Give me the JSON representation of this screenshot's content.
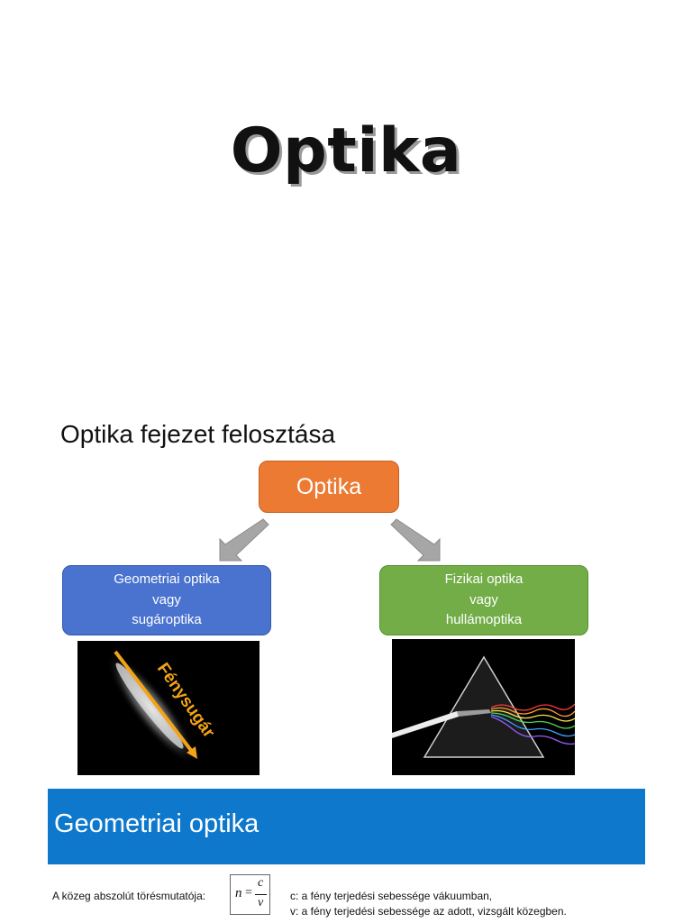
{
  "title": "Optika",
  "section_heading": "Optika fejezet felosztása",
  "diagram": {
    "root": "Optika",
    "left_box": [
      "Geometriai optika",
      "vagy",
      "sugároptika"
    ],
    "right_box": [
      "Fizikai optika",
      "vagy",
      "hullámoptika"
    ],
    "left_photo_label": "Fénysugár"
  },
  "banner": {
    "title": "Geometriai optika"
  },
  "formula": {
    "label": "A közeg abszolút törésmutatója:",
    "lhs": "n",
    "equals": "=",
    "numerator": "c",
    "denominator": "v",
    "c_desc": "c: a fény terjedési sebessége vákuumban,",
    "v_desc": "v: a fény terjedési sebessége az adott, vizsgált közegben."
  },
  "colors": {
    "root_box": "#ec7a33",
    "left_box": "#4a73cf",
    "right_box": "#72ad47",
    "arrow": "#a6a6a6",
    "banner": "#0d78cc",
    "ray_label": "#f3a316"
  }
}
